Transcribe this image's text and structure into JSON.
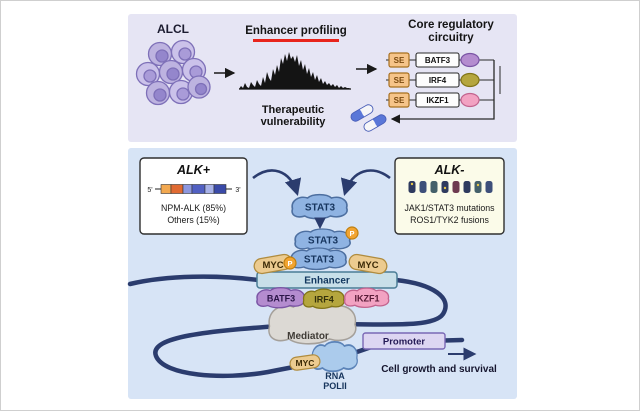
{
  "figure": {
    "top_panel": {
      "alcl_label": "ALCL",
      "enhancer_profiling": "Enhancer profiling",
      "core_title_line1": "Core regulatory",
      "core_title_line2": "circuitry",
      "therapeutic_line1": "Therapeutic",
      "therapeutic_line2": "vulnerability",
      "circuit_rows": [
        {
          "se_label": "SE",
          "gene": "BATF3"
        },
        {
          "se_label": "SE",
          "gene": "IRF4"
        },
        {
          "se_label": "SE",
          "gene": "IKZF1"
        }
      ]
    },
    "bottom_panel": {
      "alk_positive": {
        "title": "ALK+",
        "five_prime": "5'",
        "three_prime": "3'",
        "stat_line1": "NPM-ALK (85%)",
        "stat_line2": "Others (15%)"
      },
      "alk_negative": {
        "title": "ALK-",
        "stat_line1": "JAK1/STAT3 mutations",
        "stat_line2": "ROS1/TYK2 fusions"
      },
      "stat3_monomer": "STAT3",
      "stat3_dimer_upper": "STAT3",
      "stat3_dimer_lower": "STAT3",
      "phospho_label": "P",
      "myc_enhancer_left": "MYC",
      "myc_enhancer_right": "MYC",
      "myc_promoter": "MYC",
      "enhancer_label": "Enhancer",
      "tf_batf3": "BATF3",
      "tf_irf4": "IRF4",
      "tf_ikzf1": "IKZF1",
      "mediator_label": "Mediator",
      "rna_polii_line1": "RNA",
      "rna_polii_line2": "POLII",
      "promoter_label": "Promoter",
      "outcome_label": "Cell growth and survival"
    },
    "colors": {
      "top_panel_bg": "#e6e5f4",
      "bottom_panel_bg": "#d7e4f6",
      "dna_strand": "#2b3c6e",
      "stat3_fill": "#8fb3e2",
      "phospho_fill": "#f2a431",
      "myc_fill": "#eccb90",
      "enhancer_fill": "#c8dfe9",
      "batf3_fill": "#b48ccf",
      "irf4_fill": "#b5a63e",
      "ikzf1_fill": "#f2a2c2",
      "mediator_fill": "#dcd9d4",
      "rna_polii_fill": "#abcbec",
      "promoter_fill": "#ddd6f2",
      "se_fill": "#f6c489",
      "highlight_red": "#e8241c",
      "cell_fill": "#bdb3e0",
      "cell_nucleus": "#9486cc"
    }
  }
}
